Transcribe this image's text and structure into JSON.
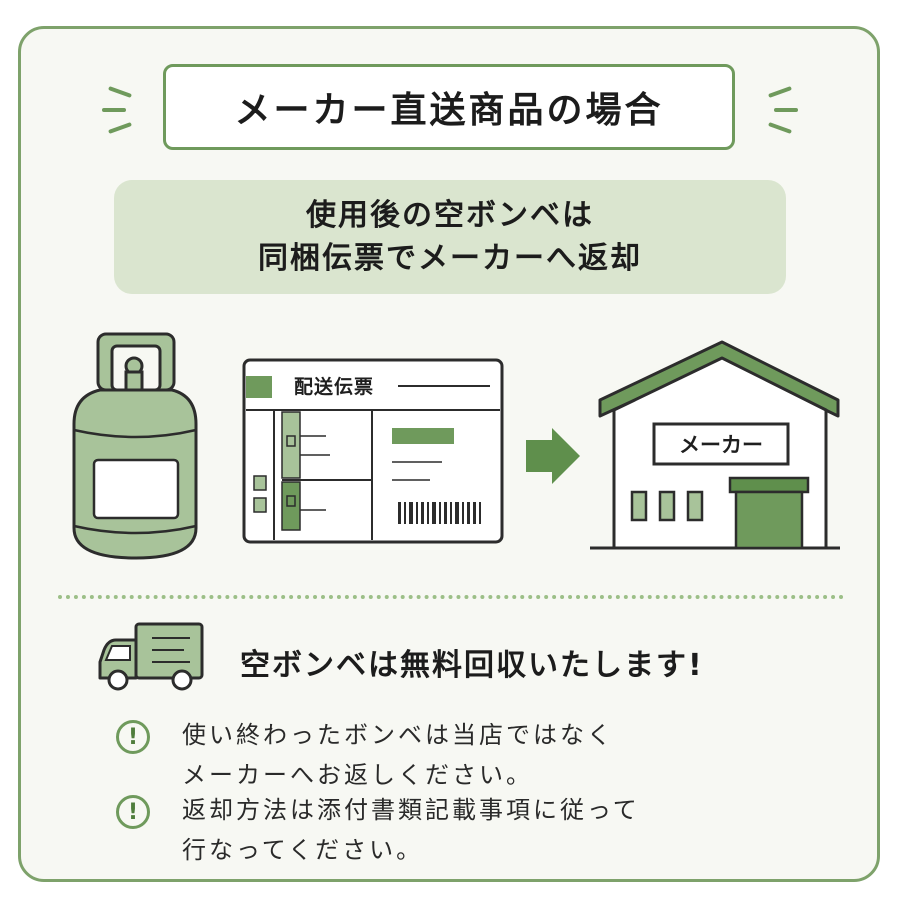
{
  "title": "メーカー直送商品の場合",
  "lead": {
    "line1": "使用後の空ボンベは",
    "line2": "同梱伝票でメーカーへ返却"
  },
  "slip": {
    "label": "配送伝票"
  },
  "factory": {
    "sign": "メーカー"
  },
  "free_notice": "空ボンベは無料回収いたします!",
  "notes": [
    {
      "icon": "!",
      "line1": "使い終わったボンベは当店ではなく",
      "line2": "メーカーへお返しください。"
    },
    {
      "icon": "!",
      "line1": "返却方法は添付書類記載事項に従って",
      "line2": "行なってください。"
    }
  ],
  "colors": {
    "frame": "#7ea26b",
    "lead_bg": "#dae5cf",
    "cylinder": "#a8c39a",
    "accent": "#6f9a5c",
    "dark_green": "#5f8f4c"
  }
}
